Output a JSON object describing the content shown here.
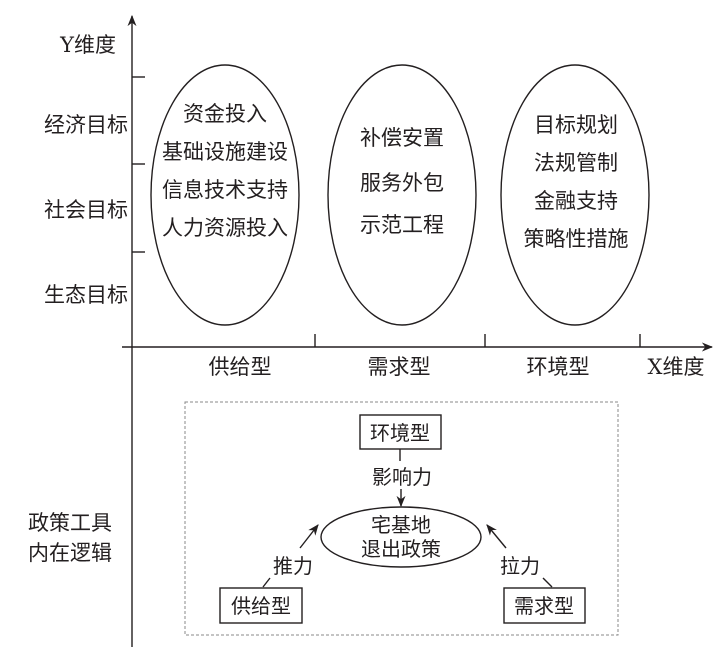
{
  "y_axis": {
    "title": "Y维度",
    "levels": [
      "经济目标",
      "社会目标",
      "生态目标"
    ]
  },
  "x_axis": {
    "title": "X维度",
    "categories": [
      "供给型",
      "需求型",
      "环境型"
    ]
  },
  "clusters": [
    {
      "name": "供给型",
      "items": [
        "资金投入",
        "基础设施建设",
        "信息技术支持",
        "人力资源投入"
      ]
    },
    {
      "name": "需求型",
      "items": [
        "补偿安置",
        "服务外包",
        "示范工程"
      ]
    },
    {
      "name": "环境型",
      "items": [
        "目标规划",
        "法规管制",
        "金融支持",
        "策略性措施"
      ]
    }
  ],
  "logic": {
    "label_line1": "政策工具",
    "label_line2": "内在逻辑",
    "center_line1": "宅基地",
    "center_line2": "退出政策",
    "top_box": "环境型",
    "left_box": "供给型",
    "right_box": "需求型",
    "top_force": "影响力",
    "left_force": "推力",
    "right_force": "拉力"
  }
}
